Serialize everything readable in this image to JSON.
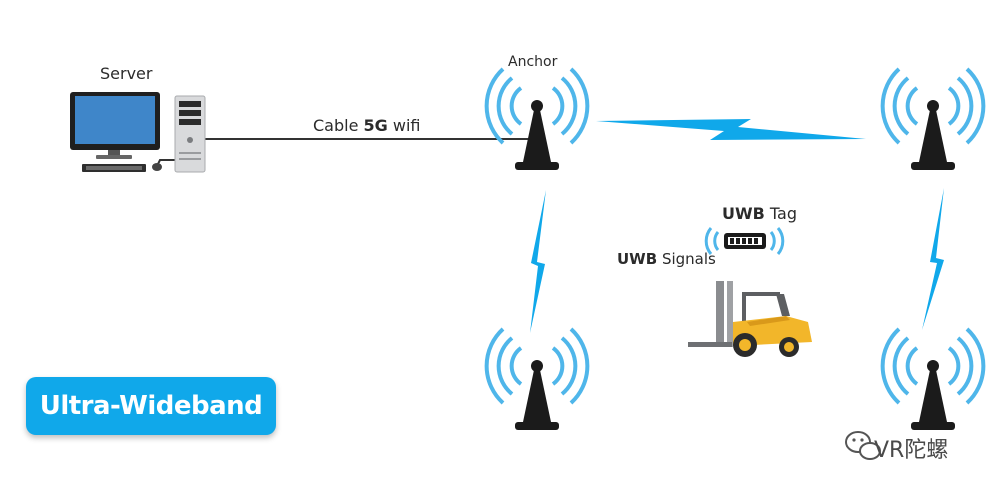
{
  "server": {
    "label": "Server"
  },
  "anchor": {
    "label": "Anchor"
  },
  "cable": {
    "prefix": "Cable ",
    "bold": "5G",
    "suffix": " wifi"
  },
  "uwb_tag": {
    "bold": "UWB",
    "rest": " Tag"
  },
  "uwb_signals": {
    "bold": "UWB",
    "rest": " Signals"
  },
  "banner": {
    "text": "Ultra-Wideband"
  },
  "watermark": {
    "text": "VR陀螺"
  },
  "colors": {
    "accent": "#10a8ea",
    "wave": "#4fb6ea",
    "tower": "#1b1b1b",
    "forklift": "#f2b62a"
  },
  "icons": [
    "desktop-computer-icon",
    "server-tower-icon",
    "anchor-antenna-icon",
    "uwb-tag-icon",
    "forklift-icon",
    "wechat-icon"
  ]
}
